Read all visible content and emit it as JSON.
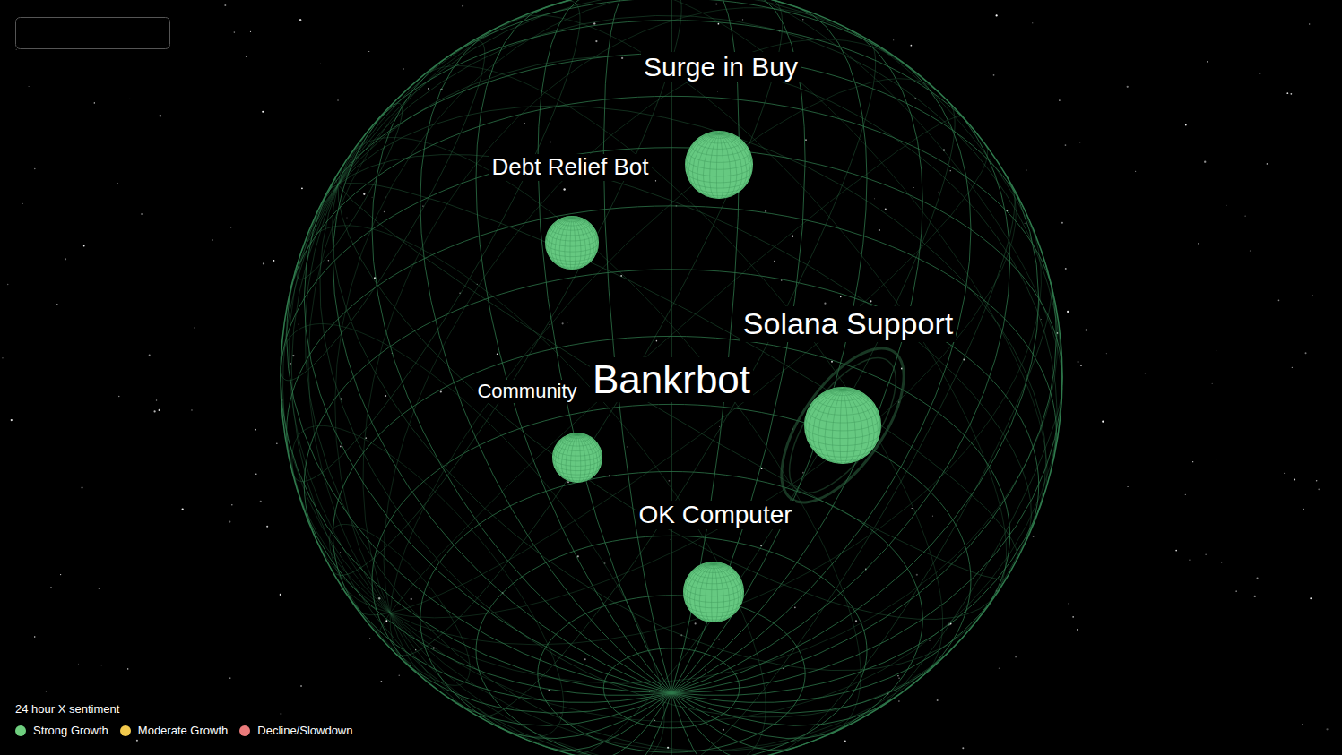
{
  "diagram": {
    "nodes": [
      {
        "text": [
          "Bankrbot"
        ]
      },
      {
        "text": [
          "Surge in Buy"
        ],
        "in": 0
      },
      {
        "text": [
          "Debt Relief Bot"
        ],
        "in": 0
      },
      {
        "text": [
          "Solana Support"
        ],
        "in": 0
      },
      {
        "text": [
          "Community"
        ],
        "in": 0
      },
      {
        "text": [
          "OK Computer"
        ],
        "in": 0
      }
    ],
    "labels": [
      "24 hour X sentiment"
    ],
    "legend": [
      {
        "text": "Strong Growth",
        "color": "#6fcf7f"
      },
      {
        "text": "Moderate Growth",
        "color": "#f2c94c"
      },
      {
        "text": "Decline/Slowdown",
        "color": "#eb7b7b"
      }
    ]
  }
}
